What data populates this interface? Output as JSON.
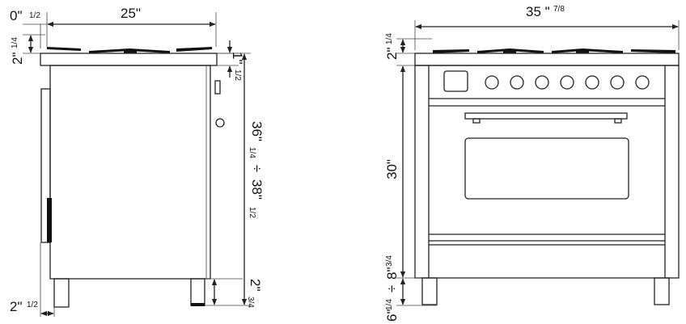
{
  "side_view": {
    "width_main": "25\"",
    "top_offset_main": "0\"",
    "top_offset_frac": "1/2",
    "grate_height_main": "2\"",
    "grate_height_frac": "1/4",
    "rim_main": "1\"",
    "rim_frac": "1/2",
    "height_a_main": "36\"",
    "height_a_frac": "1/4",
    "height_sep": "÷",
    "height_b_main": "38\"",
    "height_b_frac": "1/2",
    "foot_main": "2\"",
    "foot_frac": "3/4",
    "back_foot_main": "2\"",
    "back_foot_frac": "1/2"
  },
  "front_view": {
    "width_main": "35 \"",
    "width_frac": "7/8",
    "grate_height_main": "2\"",
    "grate_height_frac": "1/4",
    "body_height_main": "30\"",
    "leg_a_main": "6\"",
    "leg_a_frac": "1/4",
    "leg_sep": "÷",
    "leg_b_main": "8\"",
    "leg_b_frac": "3/4",
    "knob_count": 7
  }
}
